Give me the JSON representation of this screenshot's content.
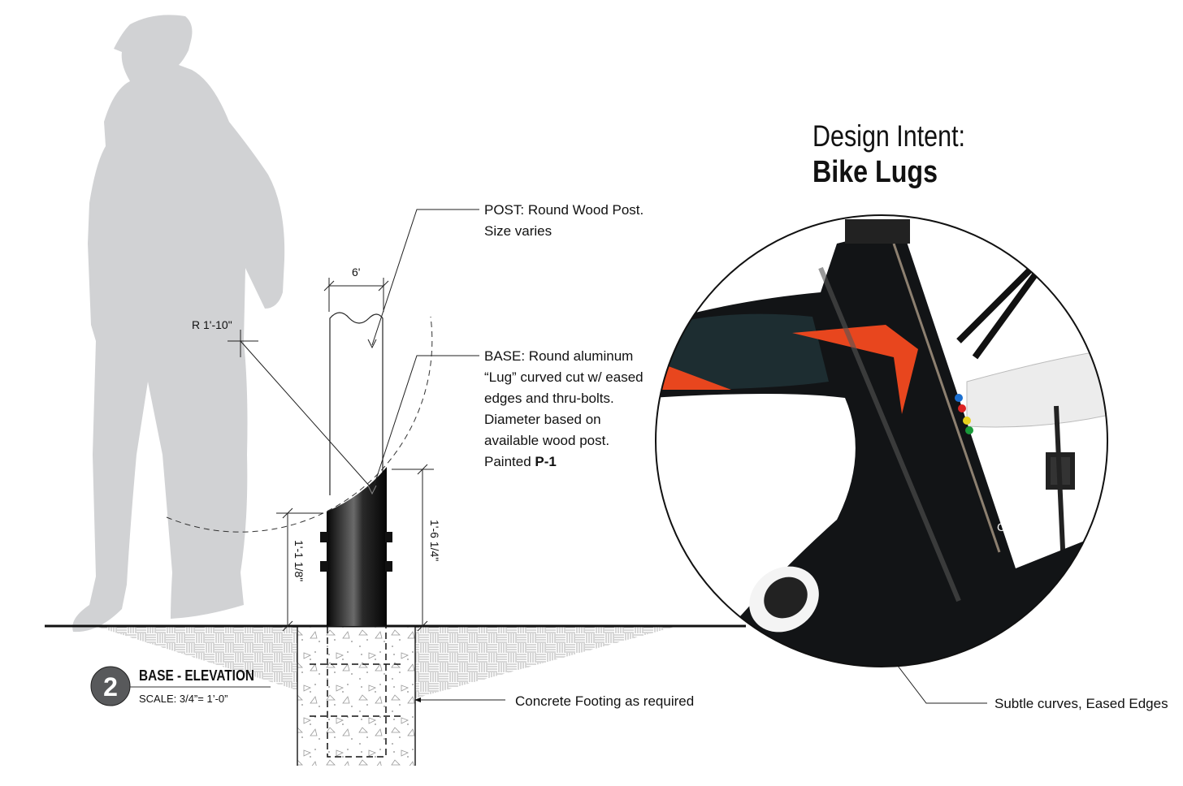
{
  "heading": {
    "line1": "Design Intent:",
    "line2": "Bike Lugs"
  },
  "callouts": {
    "post": [
      "POST: Round Wood Post.",
      "Size varies"
    ],
    "base": [
      "BASE: Round aluminum",
      "“Lug” curved cut w/ eased",
      "edges and thru-bolts.",
      "Diameter based on",
      "available wood post."
    ],
    "base_painted": "Painted ",
    "base_paint_code": "P-1",
    "footing": "Concrete Footing as required",
    "lugs": "Subtle curves, Eased Edges"
  },
  "dimensions": {
    "post_width": "6'",
    "radius": "R 1'-10\"",
    "low_height": "1'-1 1/8\"",
    "high_height": "1'-6 1/4\""
  },
  "title_block": {
    "number": "2",
    "title": "BASE - ELEVATION",
    "scale": "SCALE: 3/4”= 1’-0”"
  },
  "photo_text": "CO",
  "colors": {
    "silhouette": "#d1d2d4",
    "base": "#111111",
    "accent": "#e8461e",
    "badge": "#58595b"
  }
}
